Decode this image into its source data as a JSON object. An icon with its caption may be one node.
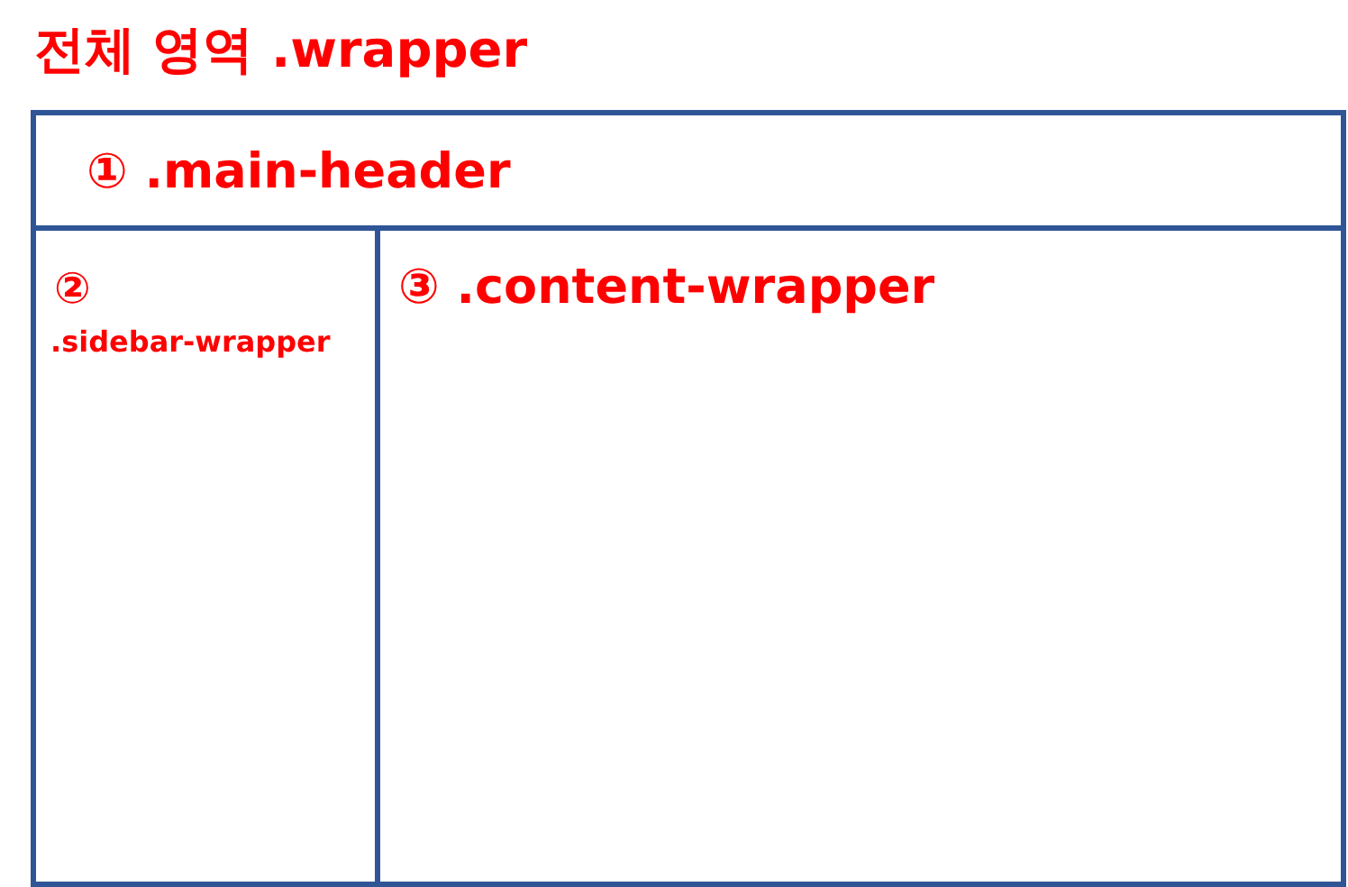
{
  "diagram": {
    "nodes": [
      {
        "text": [
          "전체 영역 .wrapper"
        ]
      },
      {
        "text": [
          "① .main-header"
        ],
        "in": 0
      },
      {
        "text": [
          "②",
          ".sidebar-wrapper"
        ],
        "in": 0
      },
      {
        "text": [
          "③ .content-wrapper"
        ],
        "in": 0
      }
    ]
  }
}
